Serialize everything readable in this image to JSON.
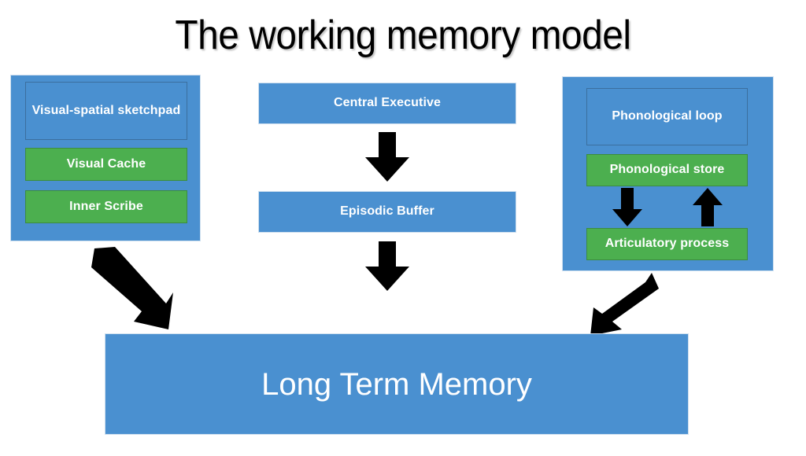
{
  "slide": {
    "title": "The working memory model",
    "background_color": "#ffffff",
    "accent_blue": "#4a90d0",
    "accent_green": "#4caf4f",
    "arrow_color": "#000000",
    "text_color": "#ffffff"
  },
  "panels": {
    "visuospatial": {
      "name": "Visual-spatial sketchpad panel",
      "header": "Visual-spatial sketchpad",
      "items": [
        {
          "label": "Visual Cache",
          "color": "#4caf4f"
        },
        {
          "label": "Inner Scribe",
          "color": "#4caf4f"
        }
      ]
    },
    "central": {
      "name": "Central executive column",
      "boxes": [
        {
          "label": "Central Executive",
          "color": "#4a90d0"
        },
        {
          "label": "Episodic Buffer",
          "color": "#4a90d0"
        }
      ]
    },
    "phonological": {
      "name": "Phonological loop panel",
      "header": "Phonological loop",
      "items": [
        {
          "label": "Phonological store",
          "color": "#4caf4f"
        },
        {
          "label": "Articulatory process",
          "color": "#4caf4f"
        }
      ]
    },
    "ltm": {
      "label": "Long Term Memory",
      "color": "#4a90d0"
    }
  },
  "arrows": [
    {
      "id": "central-to-episodic",
      "direction": "down",
      "from": "Central Executive",
      "to": "Episodic Buffer"
    },
    {
      "id": "episodic-to-ltm",
      "direction": "down",
      "from": "Episodic Buffer",
      "to": "Long Term Memory"
    },
    {
      "id": "store-to-articulatory",
      "direction": "down",
      "from": "Phonological store",
      "to": "Articulatory process"
    },
    {
      "id": "articulatory-to-store",
      "direction": "up",
      "from": "Articulatory process",
      "to": "Phonological store"
    },
    {
      "id": "sketchpad-to-ltm",
      "direction": "down-right",
      "from": "Visual-spatial sketchpad",
      "to": "Long Term Memory"
    },
    {
      "id": "phonological-to-ltm",
      "direction": "down-left",
      "from": "Phonological loop",
      "to": "Long Term Memory"
    }
  ]
}
